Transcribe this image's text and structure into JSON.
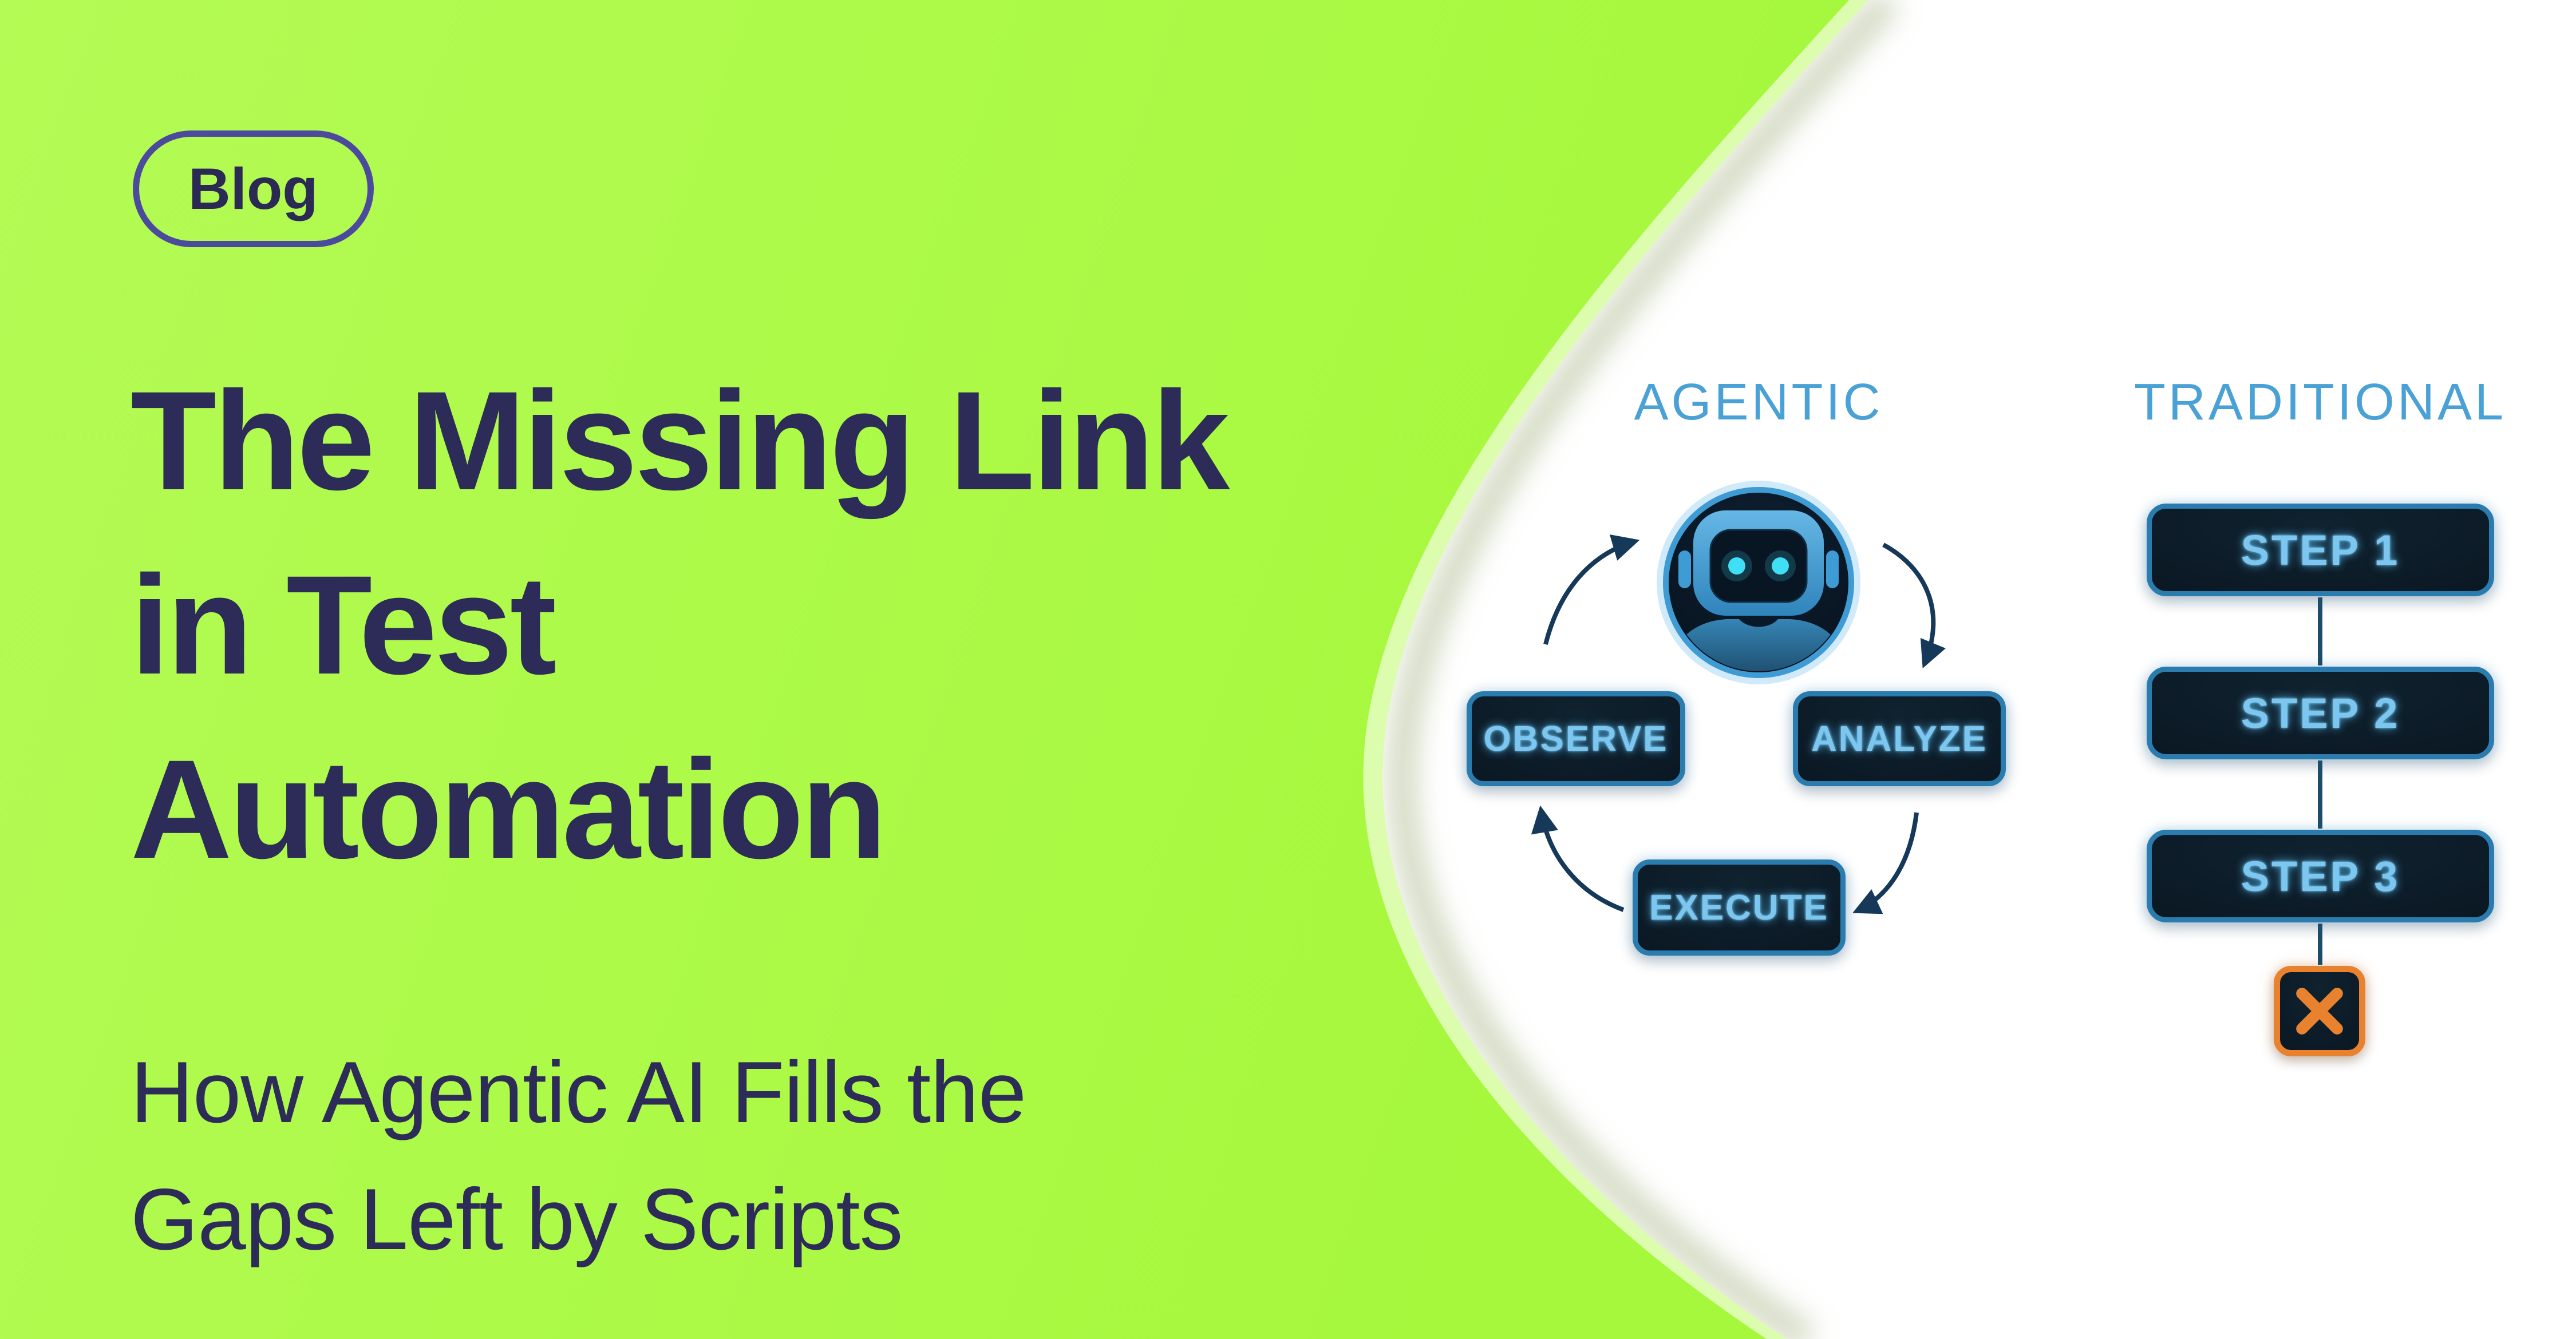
{
  "badge": {
    "label": "Blog"
  },
  "title": {
    "lines": [
      "The Missing Link",
      "in Test",
      "Automation"
    ]
  },
  "subtitle": {
    "lines": [
      "How Agentic AI Fills the",
      "Gaps Left by Scripts"
    ]
  },
  "diagram": {
    "agentic": {
      "label": "AGENTIC",
      "robot_icon": "robot-icon",
      "cycle": [
        {
          "label": "OBSERVE"
        },
        {
          "label": "ANALYZE"
        },
        {
          "label": "EXECUTE"
        }
      ]
    },
    "traditional": {
      "label": "TRADITIONAL",
      "steps": [
        {
          "label": "STEP 1"
        },
        {
          "label": "STEP 2"
        },
        {
          "label": "STEP 3"
        }
      ],
      "failure_icon": "x-icon"
    }
  },
  "colors": {
    "background_green": "#adfa4c",
    "edge_band_green": "#dcfcae",
    "heading_navy": "#2d2c58",
    "badge_border": "#4c4a9d",
    "label_blue": "#4aa1d5",
    "node_fill": "#0a1723",
    "node_border": "#2b7cae",
    "node_text": "#7cc6f0",
    "arrow_navy": "#16395a",
    "connector_teal": "#1b4d6b",
    "failure_orange": "#e9822f",
    "panel_white": "#ffffff"
  }
}
